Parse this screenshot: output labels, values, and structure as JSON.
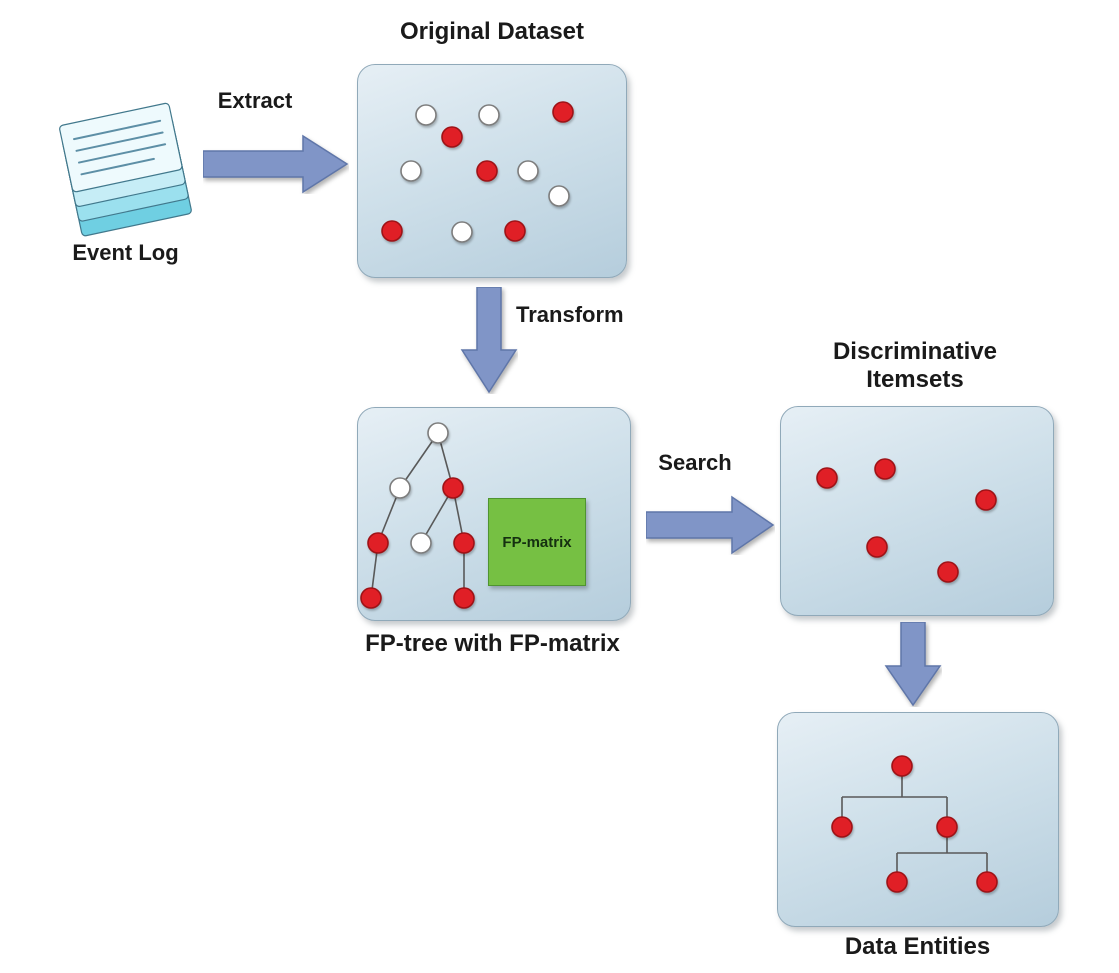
{
  "diagram": {
    "labels": {
      "event_log": "Event Log",
      "original_dataset": "Original Dataset",
      "fp_tree": "FP-tree with FP-matrix",
      "fp_matrix": "FP-matrix",
      "discriminative_line1": "Discriminative",
      "discriminative_line2": "Itemsets",
      "data_entities": "Data Entities"
    },
    "arrows": {
      "extract": "Extract",
      "transform": "Transform",
      "search": "Search"
    },
    "colors": {
      "text": "#1a1a1a",
      "box_fill_bottom": "#b5cddc",
      "box_border": "#90a9b9",
      "arrow_fill": "#8095c7",
      "arrow_border": "#5f76a9",
      "red_dot": "#e01f26",
      "red_dot_border": "#9e1317",
      "white_dot": "#ffffff",
      "white_dot_border": "#7d7d7d",
      "green_fill": "#76c043",
      "green_border": "#4f9430",
      "page_cyan": "#6fcfe2"
    }
  }
}
